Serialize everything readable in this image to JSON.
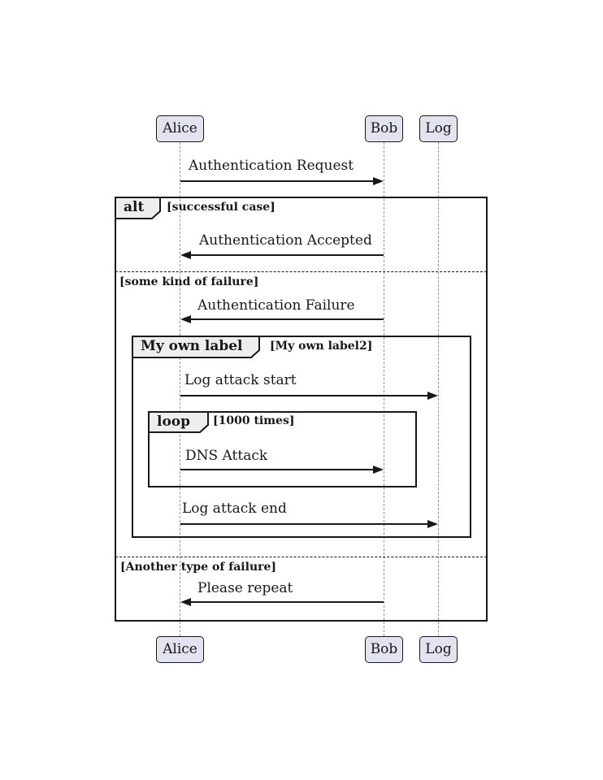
{
  "diagram": {
    "type": "uml-sequence-diagram",
    "participants": [
      {
        "name": "Alice"
      },
      {
        "name": "Bob"
      },
      {
        "name": "Log"
      }
    ],
    "messages": [
      {
        "label": "Authentication Request",
        "from": "Alice",
        "to": "Bob"
      },
      {
        "label": "Authentication Accepted",
        "from": "Bob",
        "to": "Alice"
      },
      {
        "label": "Authentication Failure",
        "from": "Bob",
        "to": "Alice"
      },
      {
        "label": "Log attack start",
        "from": "Alice",
        "to": "Log"
      },
      {
        "label": "DNS Attack",
        "from": "Alice",
        "to": "Bob"
      },
      {
        "label": "Log attack end",
        "from": "Alice",
        "to": "Log"
      },
      {
        "label": "Please repeat",
        "from": "Bob",
        "to": "Alice"
      }
    ],
    "frames": {
      "alt": {
        "label": "alt",
        "sections": [
          {
            "guard": "[successful case]"
          },
          {
            "guard": "[some kind of failure]"
          },
          {
            "guard": "[Another type of failure]"
          }
        ]
      },
      "group": {
        "label": "My own label",
        "guard": "[My own label2]"
      },
      "loop": {
        "label": "loop",
        "guard": "[1000 times]"
      }
    },
    "colors": {
      "participant_fill": "#E2E2F0",
      "frame_label_fill": "#EEEEEE",
      "border": "#181818",
      "lifeline": "#999999"
    }
  }
}
